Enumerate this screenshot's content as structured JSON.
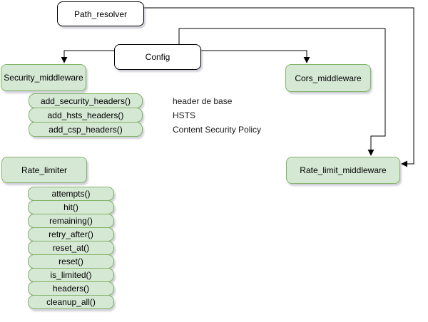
{
  "nodes": {
    "path_resolver": "Path_resolver",
    "config": "Config",
    "security_middleware": "Security_middleware",
    "cors_middleware": "Cors_middleware",
    "rate_limiter_class": "Rate_limiter",
    "rate_limit_middleware": "Rate_limit_middleware"
  },
  "security": {
    "methods": [
      "add_security_headers()",
      "add_hsts_headers()",
      "add_csp_headers()"
    ],
    "annotations": [
      "header de base",
      "HSTS",
      "Content Security Policy"
    ]
  },
  "rate_limiter": {
    "methods": [
      "attempts()",
      "hit()",
      "remaining()",
      "retry_after()",
      "reset_at()",
      "reset()",
      "is_limited()",
      "headers()",
      "cleanup_all()"
    ]
  },
  "colors": {
    "green_fill": "#d5e8d4",
    "green_border": "#82b366",
    "white_fill": "#ffffff",
    "connector": "#000000"
  }
}
